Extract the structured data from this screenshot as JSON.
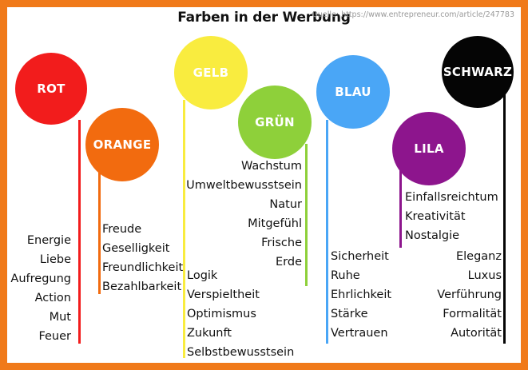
{
  "title": "Farben in der Werbung",
  "source": "Quelle: https://www.entrepreneur.com/article/247783",
  "colors": {
    "frame": "#f07a1a",
    "rot": "#f21c1c",
    "orange": "#f26b0f",
    "gelb": "#f9ec3f",
    "gruen": "#8ed03a",
    "blau": "#4aa6f6",
    "lila": "#8d158d",
    "schwarz": "#050505"
  },
  "groups": [
    {
      "label": "ROT",
      "words": [
        "Energie",
        "Liebe",
        "Aufregung",
        "Action",
        "Mut",
        "Feuer"
      ]
    },
    {
      "label": "ORANGE",
      "words": [
        "Freude",
        "Geselligkeit",
        "Freundlichkeit",
        "Bezahlbarkeit"
      ]
    },
    {
      "label": "GELB",
      "words": [
        "Logik",
        "Verspieltheit",
        "Optimismus",
        "Zukunft",
        "Selbstbewusstsein"
      ]
    },
    {
      "label": "GRÜN",
      "words": [
        "Wachstum",
        "Umweltbewusstsein",
        "Natur",
        "Mitgefühl",
        "Frische",
        "Erde"
      ]
    },
    {
      "label": "BLAU",
      "words": [
        "Sicherheit",
        "Ruhe",
        "Ehrlichkeit",
        "Stärke",
        "Vertrauen"
      ]
    },
    {
      "label": "LILA",
      "words": [
        "Einfallsreichtum",
        "Kreativität",
        "Nostalgie"
      ]
    },
    {
      "label": "SCHWARZ",
      "words": [
        "Eleganz",
        "Luxus",
        "Verführung",
        "Formalität",
        "Autorität"
      ]
    }
  ]
}
